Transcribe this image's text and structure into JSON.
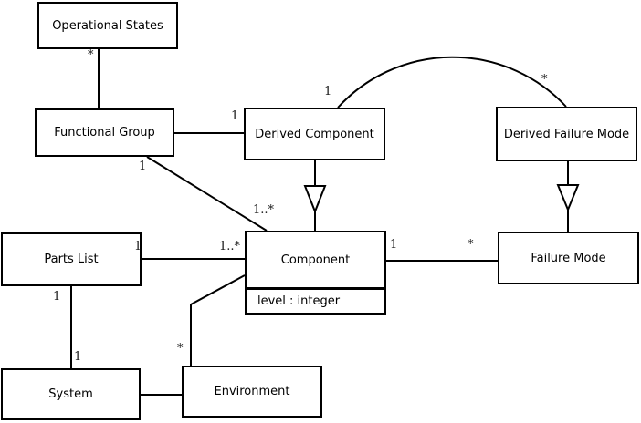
{
  "diagram": {
    "type": "uml-class-diagram",
    "colors": {
      "background": "#ffffff",
      "line": "#000000",
      "box_fill": "#ffffff",
      "text": "#000000"
    },
    "classes": [
      {
        "name": "Operational States"
      },
      {
        "name": "Functional Group"
      },
      {
        "name": "Derived Component"
      },
      {
        "name": "Derived Failure Mode"
      },
      {
        "name": "Parts List"
      },
      {
        "name": "Component",
        "attributes": [
          "level : integer"
        ]
      },
      {
        "name": "Failure Mode"
      },
      {
        "name": "System"
      },
      {
        "name": "Environment"
      }
    ],
    "relationships": [
      {
        "from": "Operational States",
        "to": "Functional Group",
        "type": "association",
        "from_mult": "*",
        "to_mult": ""
      },
      {
        "from": "Functional Group",
        "to": "Derived Component",
        "type": "association",
        "from_mult": "",
        "to_mult": "1"
      },
      {
        "from": "Functional Group",
        "to": "Component",
        "type": "association",
        "from_mult": "1",
        "to_mult": "1..*"
      },
      {
        "from": "Derived Component",
        "to": "Derived Failure Mode",
        "type": "association-arc",
        "from_mult": "1",
        "to_mult": "*"
      },
      {
        "from": "Derived Component",
        "to": "Component",
        "type": "generalization",
        "from_mult": "",
        "to_mult": ""
      },
      {
        "from": "Derived Failure Mode",
        "to": "Failure Mode",
        "type": "generalization",
        "from_mult": "",
        "to_mult": ""
      },
      {
        "from": "Parts List",
        "to": "Component",
        "type": "association",
        "from_mult": "1",
        "to_mult": "1..*"
      },
      {
        "from": "Parts List",
        "to": "System",
        "type": "association",
        "from_mult": "1",
        "to_mult": "1"
      },
      {
        "from": "System",
        "to": "Environment",
        "type": "association",
        "from_mult": "",
        "to_mult": ""
      },
      {
        "from": "Environment",
        "to": "Component",
        "type": "association",
        "from_mult": "*",
        "to_mult": ""
      },
      {
        "from": "Component",
        "to": "Failure Mode",
        "type": "association",
        "from_mult": "1",
        "to_mult": "*"
      }
    ],
    "multiplicities": {
      "os_fg_star": "*",
      "fg_dc_one": "1",
      "fg_comp_one": "1",
      "fg_comp_many": "1..*",
      "arc_one": "1",
      "arc_star": "*",
      "pl_comp_one": "1",
      "pl_comp_many": "1..*",
      "pl_sys_one_bottom": "1",
      "pl_sys_one_top": "1",
      "env_comp_star": "*",
      "comp_fm_one": "1",
      "comp_fm_star": "*"
    }
  }
}
